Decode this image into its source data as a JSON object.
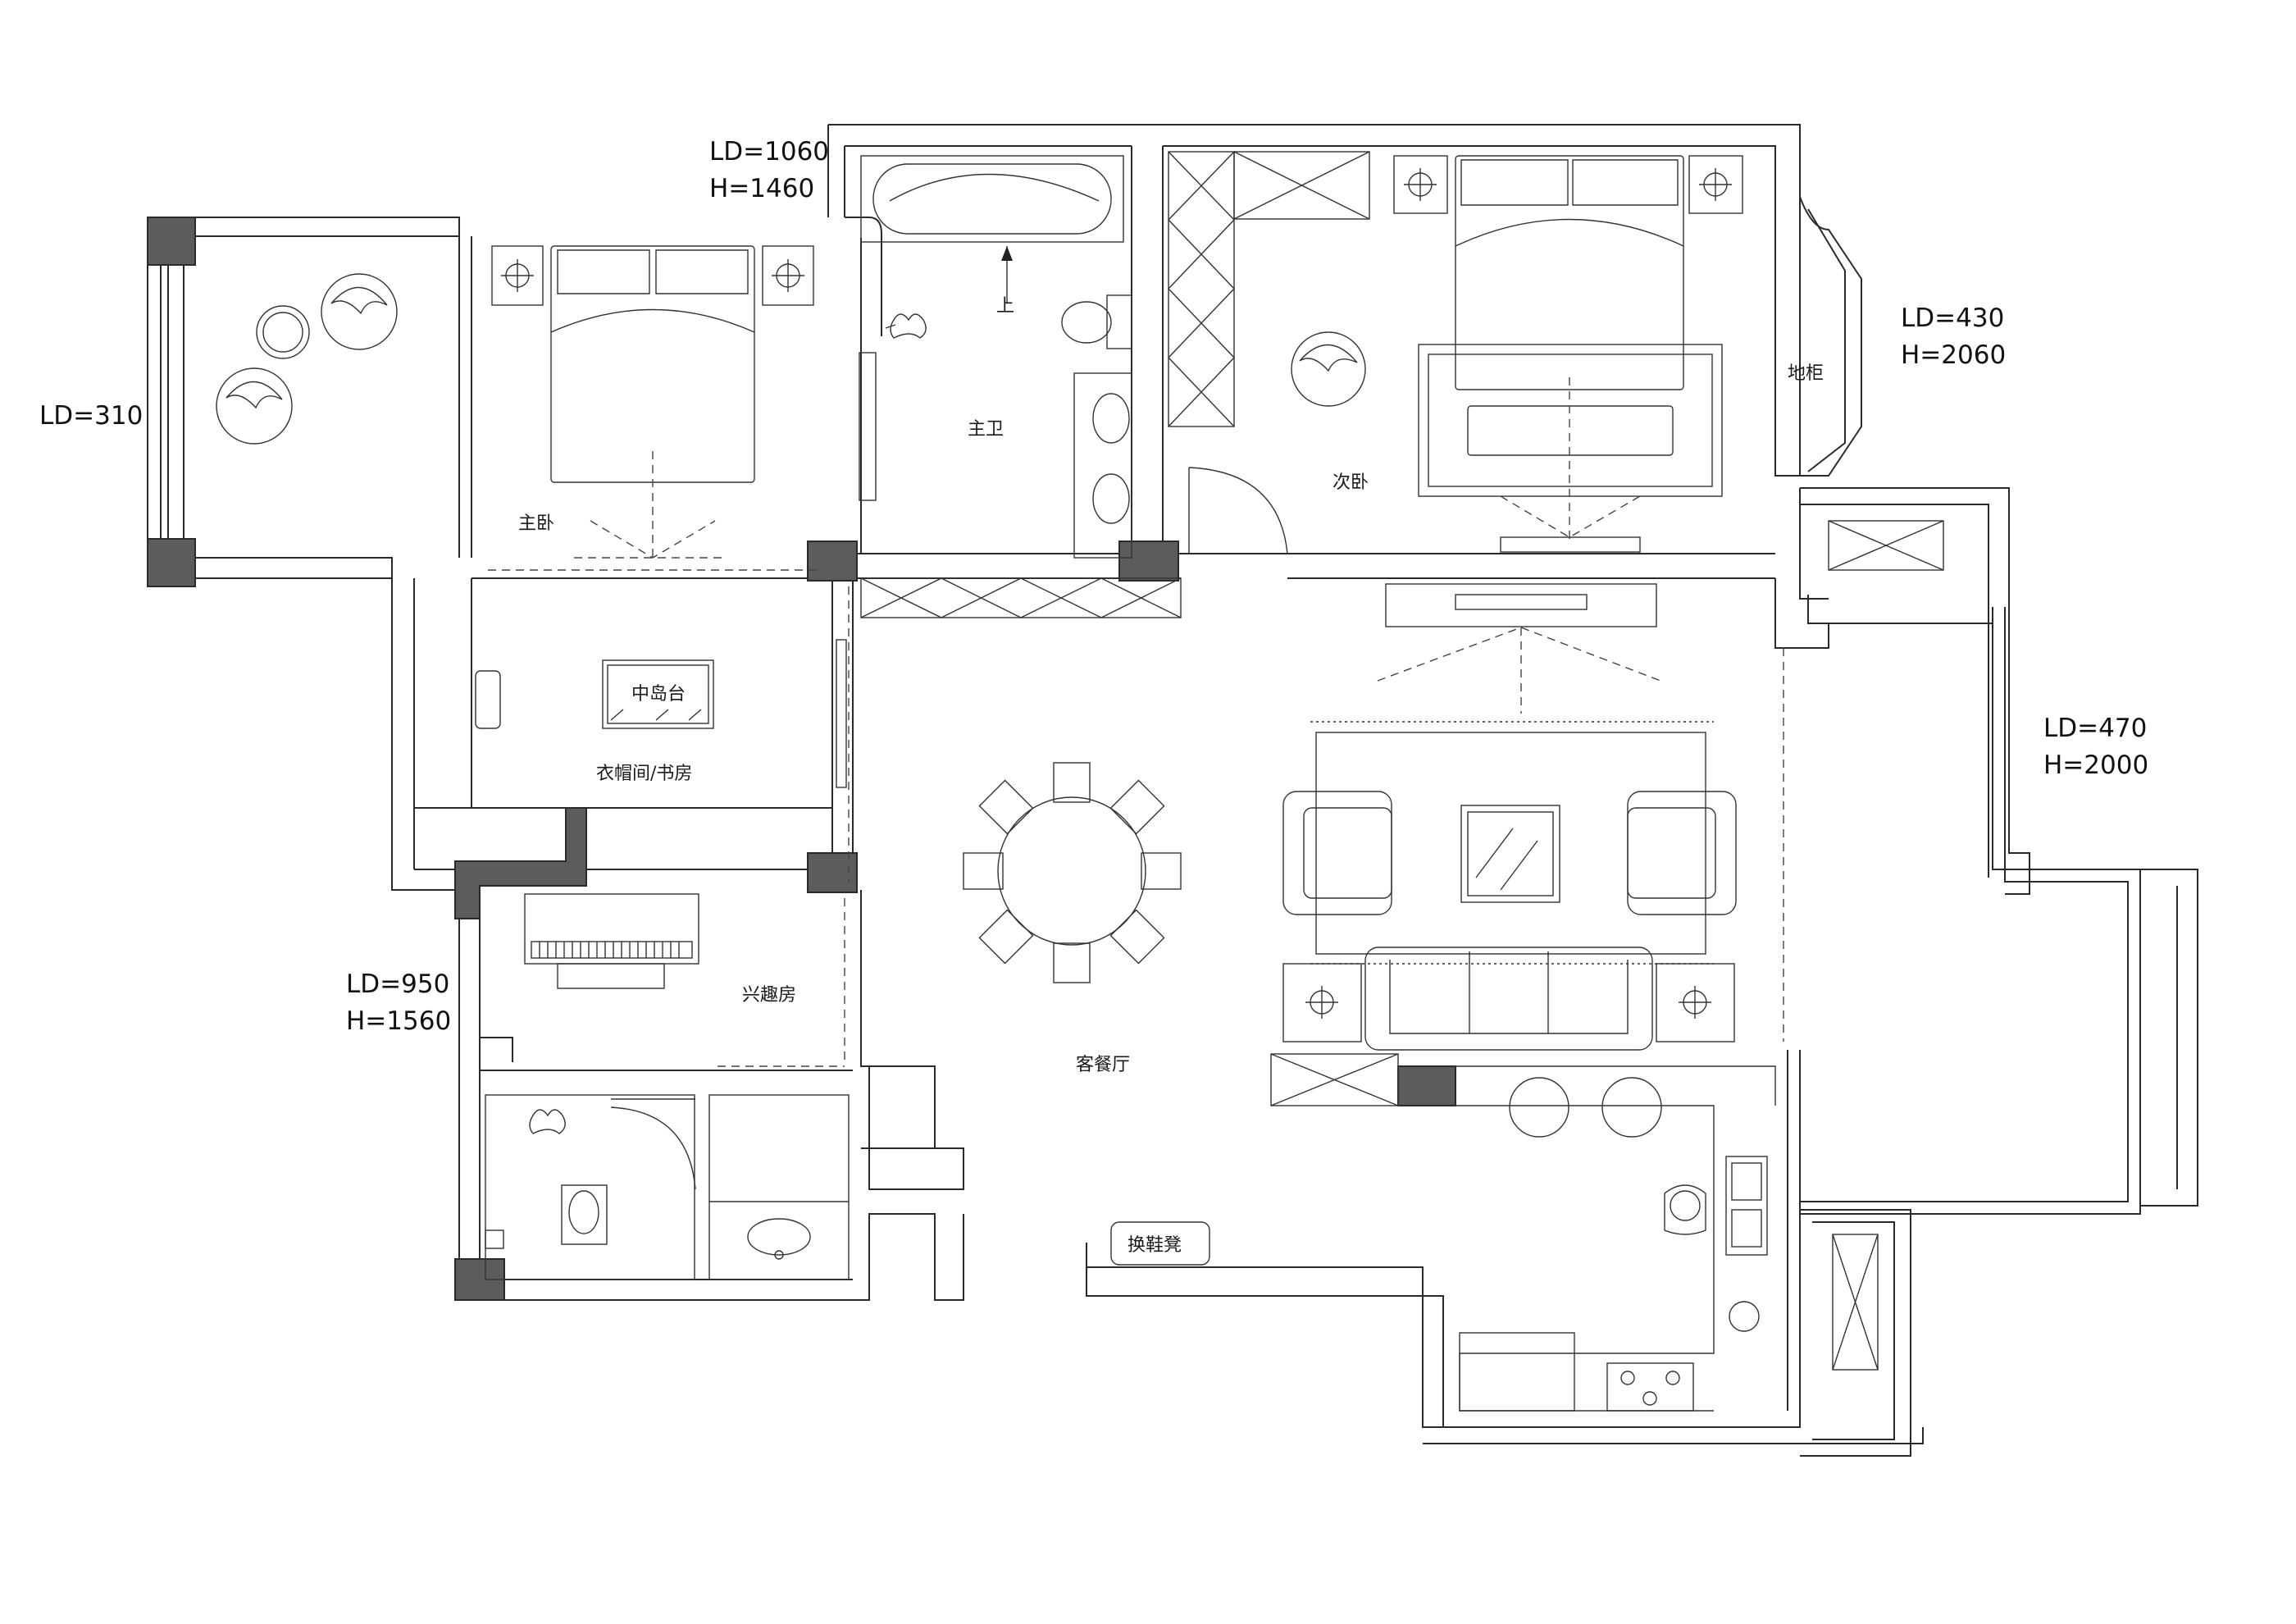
{
  "rooms": {
    "master_bedroom": "主卧",
    "master_bath": "主卫",
    "second_bedroom": "次卧",
    "cloakroom_study": "衣帽间/书房",
    "island": "中岛台",
    "hobby_room": "兴趣房",
    "living_dining": "客餐厅",
    "floor_cabinet": "地柜",
    "shoe_bench": "换鞋凳",
    "up_arrow": "上"
  },
  "dimensions": {
    "balcony_left": {
      "ld": "LD=310"
    },
    "master_window": {
      "ld": "LD=1060",
      "h": "H=1460"
    },
    "bay_window": {
      "ld": "LD=430",
      "h": "H=2060"
    },
    "balcony_right": {
      "ld": "LD=470",
      "h": "H=2000"
    },
    "hobby_window": {
      "ld": "LD=950",
      "h": "H=1560"
    }
  }
}
